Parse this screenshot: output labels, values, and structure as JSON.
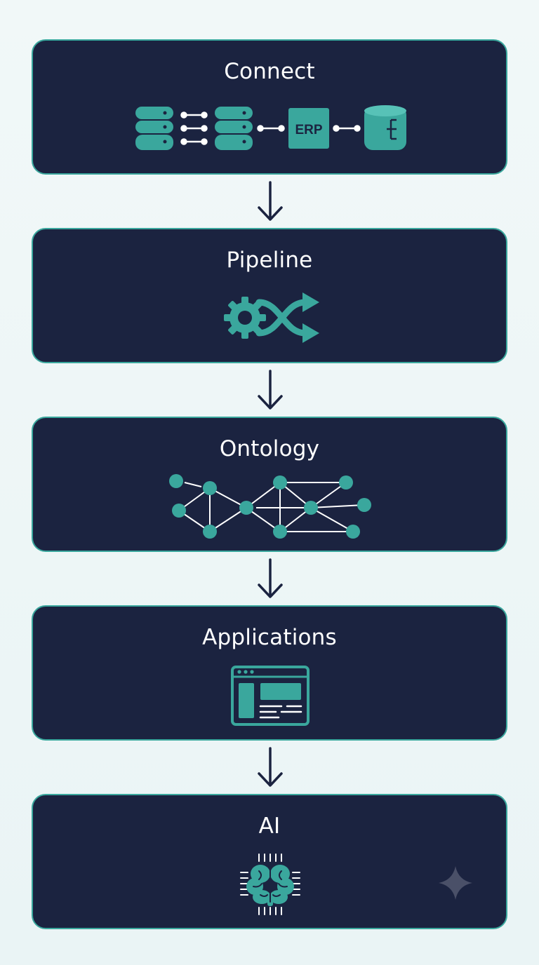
{
  "stages": [
    {
      "title": "Connect",
      "icon": "database-connectors-icon"
    },
    {
      "title": "Pipeline",
      "icon": "gear-shuffle-icon"
    },
    {
      "title": "Ontology",
      "icon": "network-graph-icon"
    },
    {
      "title": "Applications",
      "icon": "app-window-icon"
    },
    {
      "title": "AI",
      "icon": "brain-chip-icon"
    }
  ],
  "connect": {
    "erp_label": "ERP"
  },
  "colors": {
    "card": "#1b2340",
    "accent": "#3aa79d",
    "text": "#ffffff",
    "arrow": "#1b2340"
  },
  "decoration": {
    "sparkle": "sparkle-icon"
  }
}
